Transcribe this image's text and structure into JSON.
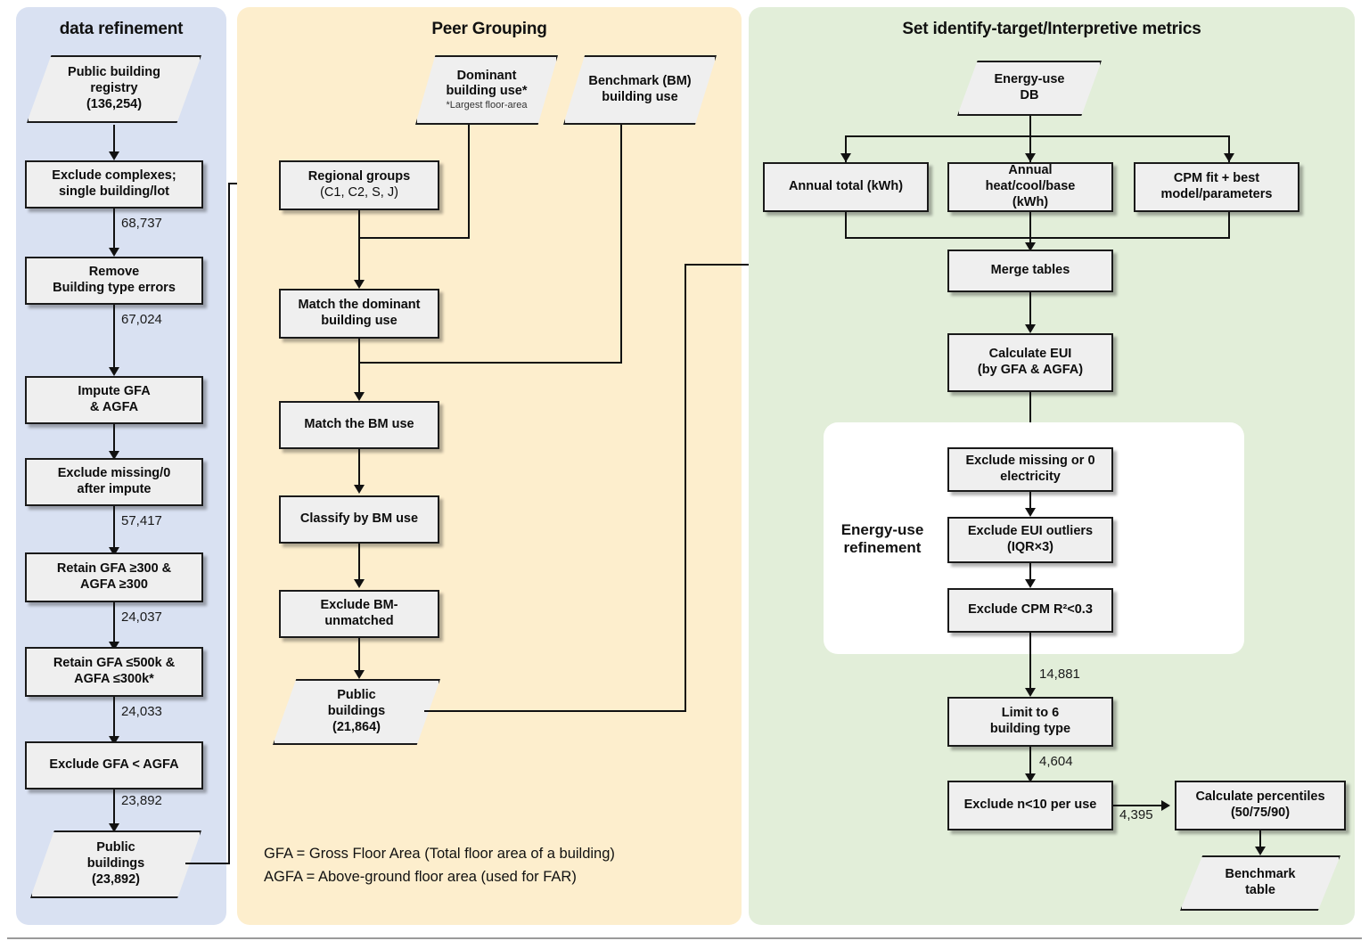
{
  "panels": {
    "left": {
      "title": "data refinement"
    },
    "mid": {
      "title": "Peer Grouping"
    },
    "right": {
      "title": "Set identify-target/Interpretive metrics"
    }
  },
  "colors": {
    "panel_left_bg": "#d9e1f2",
    "panel_mid_bg": "#fdeecd",
    "panel_right_bg": "#e2eed9",
    "node_fill": "#efefef",
    "node_stroke": "#1a1a1a",
    "card_bg": "#ffffff"
  },
  "left_flow": {
    "source": {
      "line1": "Public building",
      "line2": "registry",
      "line3": "(136,254)"
    },
    "n1": {
      "line1": "Exclude complexes;",
      "line2": "single building/lot"
    },
    "n2": {
      "line1": "Remove",
      "line2": "Building type errors"
    },
    "n3": {
      "line1": "Impute GFA",
      "line2": "& AGFA"
    },
    "n4": {
      "line1": "Exclude missing/0",
      "line2": "after impute"
    },
    "n5": {
      "line1": "Retain GFA ≥300 &",
      "line2": "AGFA ≥300"
    },
    "n6": {
      "line1": "Retain GFA ≤500k &",
      "line2": "AGFA ≤300k*"
    },
    "n7": {
      "line1": "Exclude GFA  <  AGFA"
    },
    "output": {
      "line1": "Public",
      "line2": "buildings",
      "line3": "(23,892)"
    },
    "counts": {
      "c1": "68,737",
      "c2": "67,024",
      "c3": "57,417",
      "c4": "24,037",
      "c5": "24,033",
      "c6": "23,892"
    }
  },
  "mid_flow": {
    "dominant": {
      "line1": "Dominant",
      "line2": "building use*",
      "note": "*Largest floor-area"
    },
    "benchmark": {
      "line1": "Benchmark (BM)",
      "line2": "building use"
    },
    "m1": {
      "line1": "Regional groups",
      "line2": "(C1, C2, S, J)"
    },
    "m2": {
      "line1": "Match the dominant",
      "line2": "building use"
    },
    "m3": {
      "line1": "Match the BM use"
    },
    "m4": {
      "line1": "Classify by BM use"
    },
    "m5": {
      "line1": "Exclude BM-",
      "line2": "unmatched"
    },
    "output": {
      "line1": "Public",
      "line2": "buildings",
      "line3": "(21,864)"
    },
    "legend_line1": "GFA = Gross Floor Area (Total floor area of a building)",
    "legend_line2": "AGFA = Above-ground floor area (used for FAR)"
  },
  "right_flow": {
    "source": {
      "line1": "Energy-use",
      "line2": "DB"
    },
    "r1": {
      "line1": "Annual total (kWh)"
    },
    "r2": {
      "line1": "Annual",
      "line2": "heat/cool/base",
      "line3": "(kWh)"
    },
    "r3": {
      "line1": "CPM fit + best",
      "line2": "model/parameters"
    },
    "r4": {
      "line1": "Merge tables"
    },
    "r5": {
      "line1": "Calculate EUI",
      "line2": "(by GFA & AGFA)"
    },
    "card_label": {
      "line1": "Energy-use",
      "line2": "refinement"
    },
    "r6": {
      "line1": "Exclude missing or 0",
      "line2": "electricity"
    },
    "r7": {
      "line1": "Exclude EUI outliers",
      "line2": "(IQR×3)"
    },
    "r8": {
      "line1": "Exclude CPM R²<0.3"
    },
    "r9": {
      "line1": "Limit to 6",
      "line2": "building type"
    },
    "r10": {
      "line1": "Exclude n<10 per use"
    },
    "r11": {
      "line1": "Calculate percentiles",
      "line2": "(50/75/90)"
    },
    "output": {
      "line1": "Benchmark",
      "line2": "table"
    },
    "counts": {
      "c1": "14,881",
      "c2": "4,604",
      "c3": "4,395"
    }
  }
}
